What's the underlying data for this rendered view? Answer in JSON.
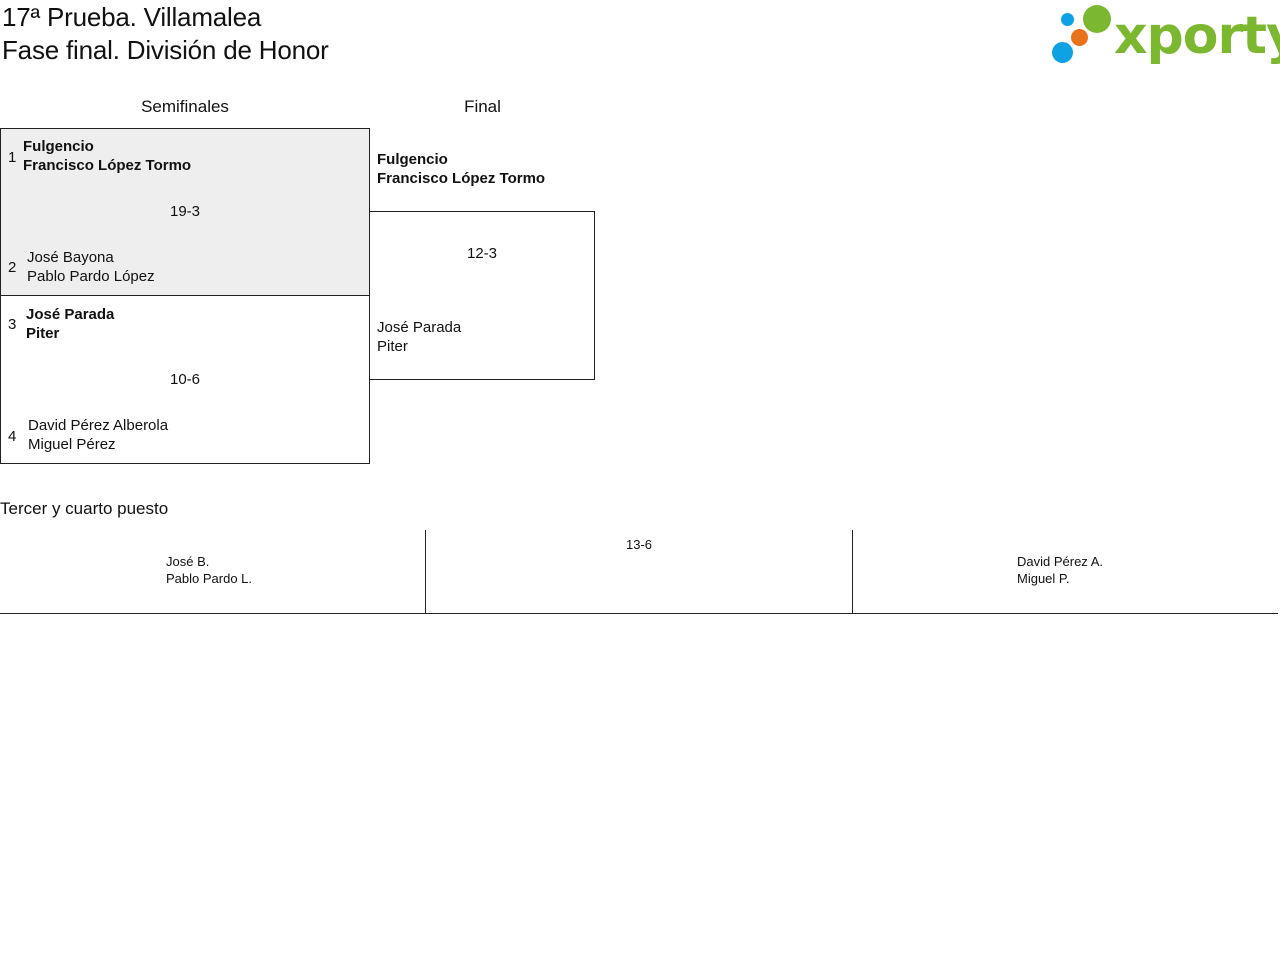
{
  "header": {
    "title_line1": "17ª Prueba. Villamalea",
    "title_line2": "Fase final. División de Honor"
  },
  "logo": {
    "text": "xporty",
    "text_color": "#7cb82f",
    "dot_colors": [
      "#0ea1e4",
      "#e8731a",
      "#7cb82f"
    ]
  },
  "columns": {
    "semifinals": "Semifinales",
    "final": "Final"
  },
  "semifinals": [
    {
      "score": "19-3",
      "top": {
        "seed": "1",
        "player1": "Fulgencio",
        "player2": "Francisco López Tormo",
        "winner": true
      },
      "bottom": {
        "seed": "2",
        "player1": "José Bayona",
        "player2": "Pablo Pardo López",
        "winner": false
      }
    },
    {
      "score": "10-6",
      "top": {
        "seed": "3",
        "player1": "José Parada",
        "player2": "Piter",
        "winner": true
      },
      "bottom": {
        "seed": "4",
        "player1": "David Pérez Alberola",
        "player2": "Miguel Pérez",
        "winner": false
      }
    }
  ],
  "final": {
    "score": "12-3",
    "top": {
      "player1": "Fulgencio",
      "player2": "Francisco López Tormo",
      "winner": true
    },
    "bottom": {
      "player1": "José Parada",
      "player2": "Piter",
      "winner": false
    }
  },
  "third_place": {
    "title": "Tercer y cuarto puesto",
    "score": "13-6",
    "left": {
      "player1": "José B.",
      "player2": "Pablo Pardo L."
    },
    "right": {
      "player1": "David Pérez A.",
      "player2": "Miguel P."
    }
  }
}
